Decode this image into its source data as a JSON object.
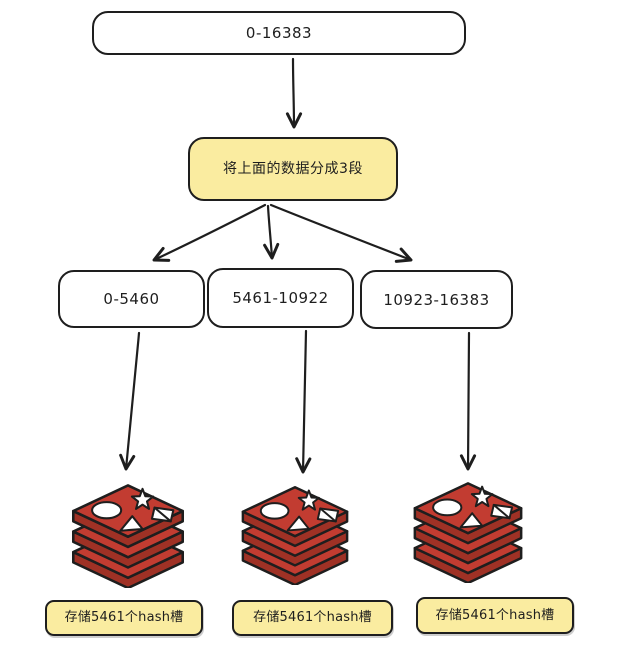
{
  "diagram": {
    "root_node": {
      "label": "0-16383"
    },
    "split_node": {
      "label": "将上面的数据分成3段"
    },
    "range_nodes": [
      {
        "label": "0-5460"
      },
      {
        "label": "5461-10922"
      },
      {
        "label": "10923-16383"
      }
    ],
    "storage_nodes": [
      {
        "icon": "redis-stack-icon",
        "label": "存储5461个hash槽"
      },
      {
        "icon": "redis-stack-icon",
        "label": "存储5461个hash槽"
      },
      {
        "icon": "redis-stack-icon",
        "label": "存储5461个hash槽"
      }
    ],
    "colors": {
      "stroke": "#1e1e1e",
      "node_fill": "#ffffff",
      "highlight_fill": "#faeca0",
      "redis_red": "#c23c31",
      "redis_red_dark": "#9f3125"
    }
  }
}
